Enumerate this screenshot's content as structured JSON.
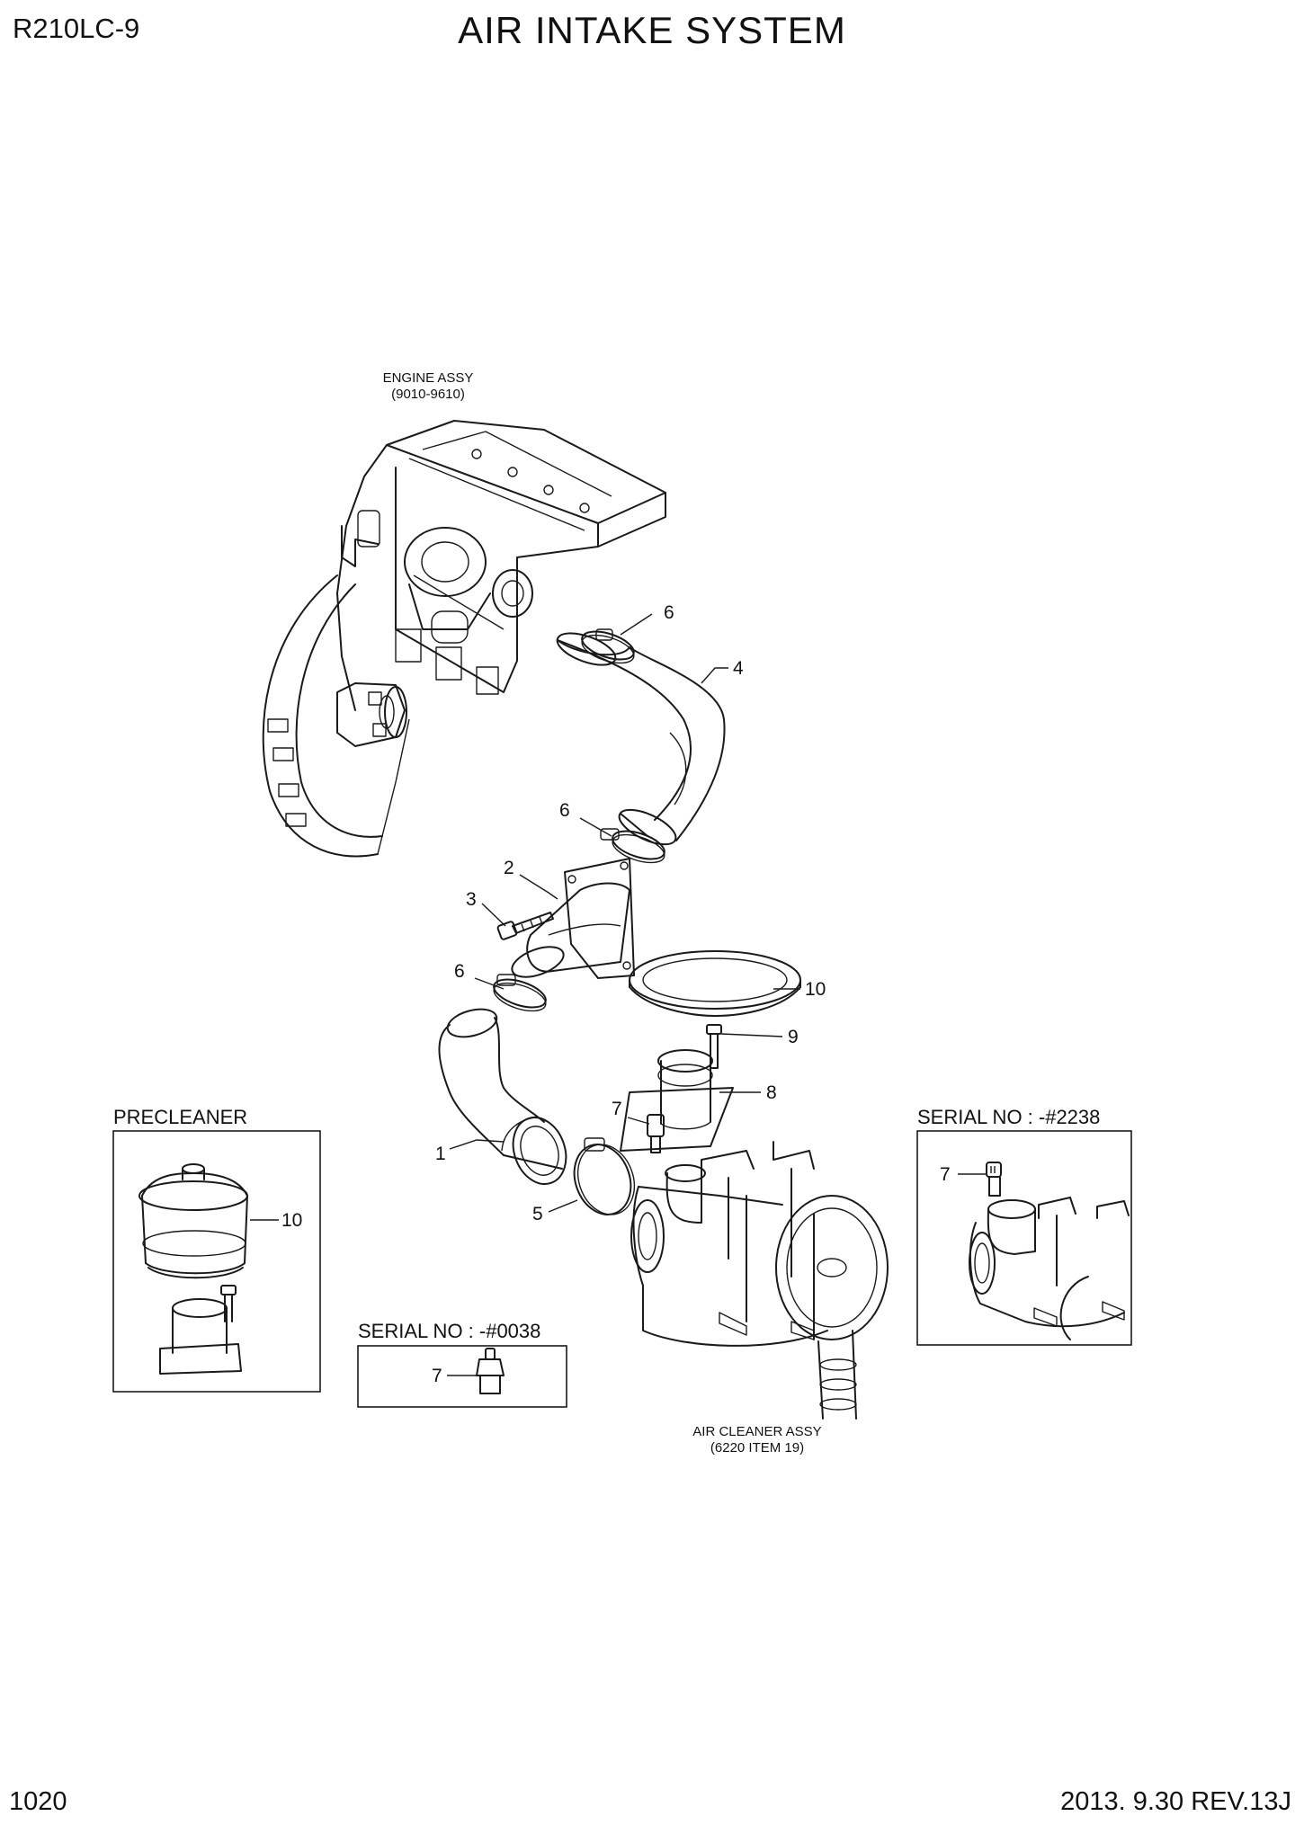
{
  "header": {
    "model": "R210LC-9",
    "title": "AIR INTAKE SYSTEM"
  },
  "footer": {
    "page_number": "1020",
    "revision": "2013. 9.30  REV.13J"
  },
  "labels": {
    "engine_assy_line1": "ENGINE ASSY",
    "engine_assy_line2": "(9010-9610)",
    "air_cleaner_line1": "AIR CLEANER ASSY",
    "air_cleaner_line2": "(6220 ITEM 19)",
    "precleaner": "PRECLEANER",
    "serial_a": "SERIAL NO : -#0038",
    "serial_b": "SERIAL NO : -#2238"
  },
  "callouts": {
    "c6_top": "6",
    "c4": "4",
    "c6_mid": "6",
    "c2": "2",
    "c3": "3",
    "c6_low": "6",
    "c10_main": "10",
    "c9": "9",
    "c8": "8",
    "c7_main": "7",
    "c1": "1",
    "c5": "5",
    "c10_pre": "10",
    "c7_serial_a": "7",
    "c7_serial_b": "7"
  }
}
